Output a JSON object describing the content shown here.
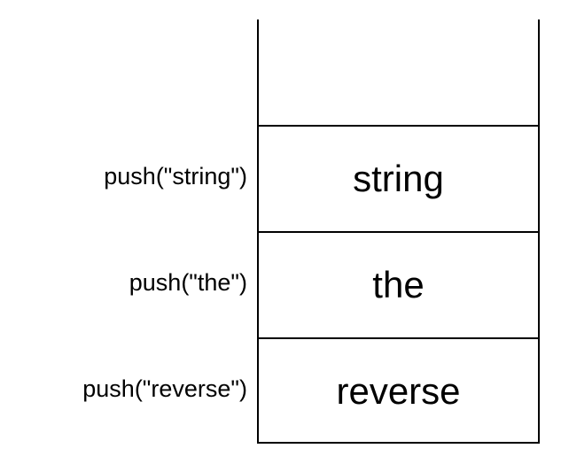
{
  "operations": [
    "push(\"string\")",
    "push(\"the\")",
    "push(\"reverse\")"
  ],
  "stack": {
    "items": [
      "string",
      "the",
      "reverse"
    ]
  }
}
